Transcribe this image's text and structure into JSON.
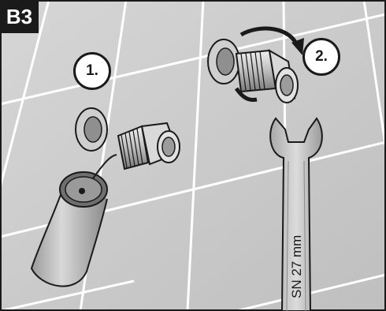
{
  "figure": {
    "section_label": "B3",
    "steps": [
      {
        "label": "1."
      },
      {
        "label": "2."
      }
    ],
    "wrench_marking": "SN 27 mm"
  },
  "icons": {
    "wall": "tile-wall",
    "step1_parts": [
      "rubber-washer",
      "threaded-bolt",
      "sealing-cap"
    ],
    "step2_parts": [
      "threaded-bolt",
      "rotation-arrow",
      "open-end-wrench"
    ]
  },
  "colors": {
    "outline": "#1a1a1a",
    "tile_grout": "#ffffff",
    "tile_fill": "#c9c9c9",
    "metal_light": "#e6e6e6",
    "metal_mid": "#b5b5b5",
    "metal_dark": "#6f6f6f"
  }
}
